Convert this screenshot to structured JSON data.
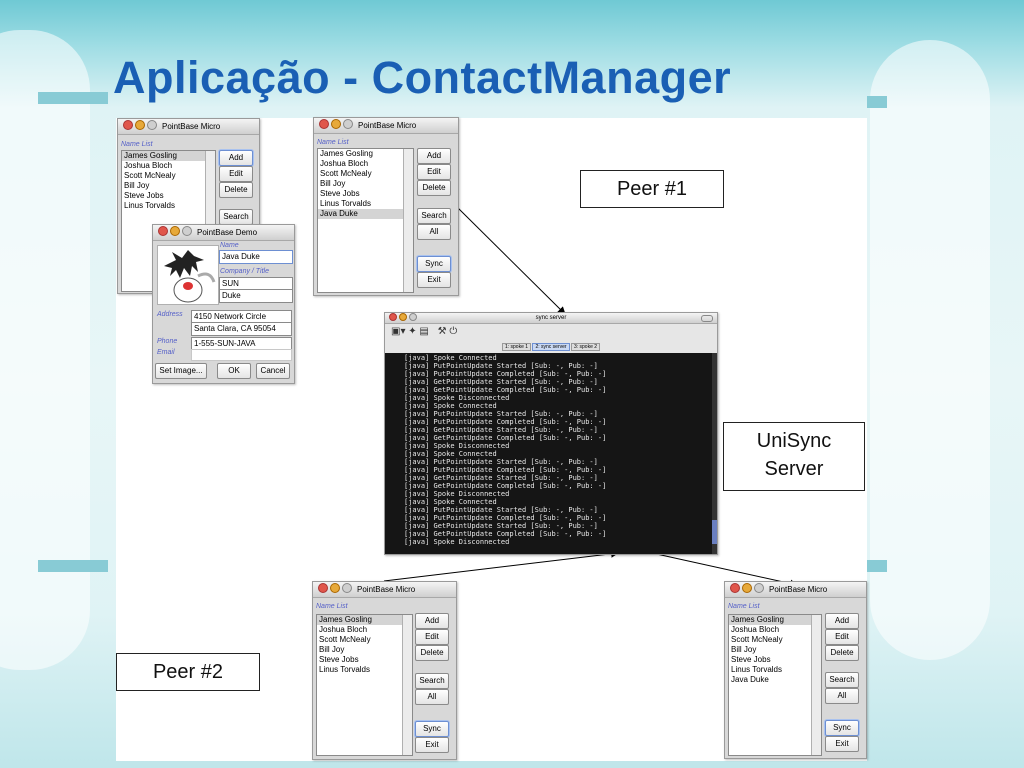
{
  "slide": {
    "title": "Aplicação - ContactManager"
  },
  "colors": {
    "title": "#1a5fb4",
    "terminal_bg": "#151515",
    "label_blue": "#5560c8"
  },
  "callouts": {
    "peer1": "Peer #1",
    "peer2": "Peer #2",
    "server_line1": "UniSync",
    "server_line2": "Server"
  },
  "win_a": {
    "title": "PointBase Micro",
    "list_label": "Name List",
    "items": [
      "James Gosling",
      "Joshua Bloch",
      "Scott McNealy",
      "Bill Joy",
      "Steve Jobs",
      "Linus Torvalds"
    ],
    "buttons": {
      "add": "Add",
      "edit": "Edit",
      "delete": "Delete",
      "search": "Search"
    }
  },
  "win_demo": {
    "title": "PointBase Demo",
    "name_label": "Name",
    "name_value": "Java Duke",
    "company_label": "Company / Title",
    "company_value": "SUN",
    "title_value": "Duke",
    "address_label": "Address",
    "address_line1": "4150 Network Circle",
    "address_line2": "Santa Clara, CA 95054",
    "phone_label": "Phone",
    "phone_value": "1-555-SUN-JAVA",
    "email_label": "Email",
    "buttons": {
      "set_image": "Set Image...",
      "ok": "OK",
      "cancel": "Cancel"
    }
  },
  "win_peer1": {
    "title": "PointBase Micro",
    "list_label": "Name List",
    "items": [
      "James Gosling",
      "Joshua Bloch",
      "Scott McNealy",
      "Bill Joy",
      "Steve Jobs",
      "Linus Torvalds",
      "Java Duke"
    ],
    "buttons": {
      "add": "Add",
      "edit": "Edit",
      "delete": "Delete",
      "search": "Search",
      "all": "All",
      "sync": "Sync",
      "exit": "Exit"
    }
  },
  "win_peer2": {
    "title": "PointBase Micro",
    "list_label": "Name List",
    "items": [
      "James Gosling",
      "Joshua Bloch",
      "Scott McNealy",
      "Bill Joy",
      "Steve Jobs",
      "Linus Torvalds"
    ],
    "buttons": {
      "add": "Add",
      "edit": "Edit",
      "delete": "Delete",
      "search": "Search",
      "all": "All",
      "sync": "Sync",
      "exit": "Exit"
    }
  },
  "win_peer3": {
    "title": "PointBase Micro",
    "list_label": "Name List",
    "items": [
      "James Gosling",
      "Joshua Bloch",
      "Scott McNealy",
      "Bill Joy",
      "Steve Jobs",
      "Linus Torvalds",
      "Java Duke"
    ],
    "buttons": {
      "add": "Add",
      "edit": "Edit",
      "delete": "Delete",
      "search": "Search",
      "all": "All",
      "sync": "Sync",
      "exit": "Exit"
    }
  },
  "server": {
    "title": "sync server",
    "tabs": [
      "1: spoke 1",
      "2: sync server",
      "3: spoke 2"
    ],
    "log": [
      "[java] Spoke Connected",
      "[java] PutPointUpdate Started [Sub: -, Pub: -]",
      "[java] PutPointUpdate Completed [Sub: -, Pub: -]",
      "[java] GetPointUpdate Started [Sub: -, Pub: -]",
      "[java] GetPointUpdate Completed [Sub: -, Pub: -]",
      "[java] Spoke Disconnected",
      "[java] Spoke Connected",
      "[java] PutPointUpdate Started [Sub: -, Pub: -]",
      "[java] PutPointUpdate Completed [Sub: -, Pub: -]",
      "[java] GetPointUpdate Started [Sub: -, Pub: -]",
      "[java] GetPointUpdate Completed [Sub: -, Pub: -]",
      "[java] Spoke Disconnected",
      "[java] Spoke Connected",
      "[java] PutPointUpdate Started [Sub: -, Pub: -]",
      "[java] PutPointUpdate Completed [Sub: -, Pub: -]",
      "[java] GetPointUpdate Started [Sub: -, Pub: -]",
      "[java] GetPointUpdate Completed [Sub: -, Pub: -]",
      "[java] Spoke Disconnected",
      "[java] Spoke Connected",
      "[java] PutPointUpdate Started [Sub: -, Pub: -]",
      "[java] PutPointUpdate Completed [Sub: -, Pub: -]",
      "[java] GetPointUpdate Started [Sub: -, Pub: -]",
      "[java] GetPointUpdate Completed [Sub: -, Pub: -]",
      "[java] Spoke Disconnected"
    ]
  }
}
